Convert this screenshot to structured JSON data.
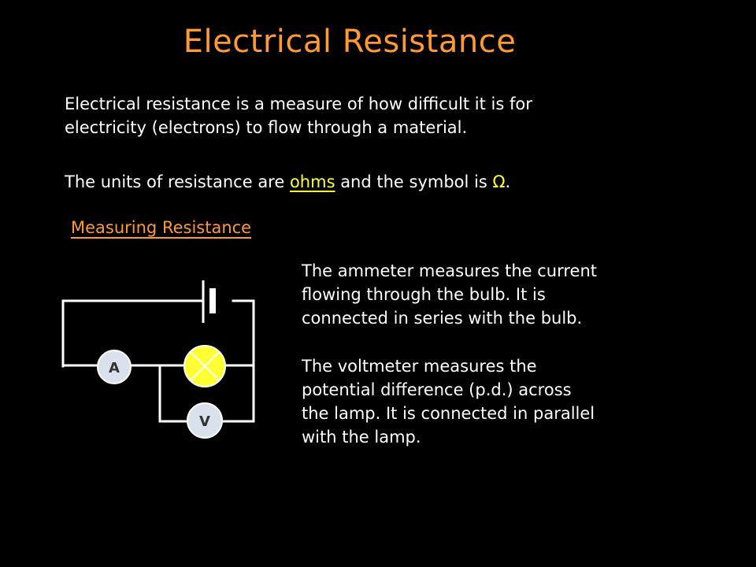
{
  "slide": {
    "title": "Electrical Resistance",
    "definition": {
      "line1": "Electrical resistance is a measure of how difficult it is for",
      "line2": "electricity (electrons) to flow through a material."
    },
    "units": {
      "prefix": "The units of resistance are ",
      "unit_word": "ohms",
      "middle": " and the symbol is ",
      "symbol": "Ω",
      "suffix": "."
    },
    "subheading": "Measuring Resistance",
    "ammeter_text": {
      "line1": "The ammeter measures the current",
      "line2": "flowing through the bulb. It is",
      "line3": "connected in series with the bulb."
    },
    "voltmeter_text": {
      "line1": "The voltmeter measures the",
      "line2": "potential difference (p.d.) across",
      "line3": "the lamp. It is connected in parallel",
      "line4": "with the lamp."
    },
    "circuit": {
      "ammeter_label": "A",
      "voltmeter_label": "V"
    }
  },
  "colors": {
    "background": "#000000",
    "title": "#ff9933",
    "highlight": "#ffff33",
    "lamp": "#ffff33",
    "meter": "#d9e2ec"
  }
}
